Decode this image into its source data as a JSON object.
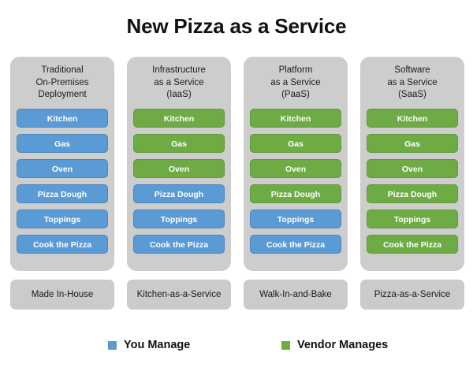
{
  "title": "New Pizza as a Service",
  "colors": {
    "you_manage": "#5b9bd5",
    "vendor_manages": "#6eab44",
    "column_background": "#cdcdcd",
    "footer_background": "#cbcbcb",
    "page_background": "#ffffff",
    "text": "#111111"
  },
  "items": [
    "Kitchen",
    "Gas",
    "Oven",
    "Pizza Dough",
    "Toppings",
    "Cook the Pizza"
  ],
  "columns": [
    {
      "header_lines": [
        "Traditional",
        "On-Premises",
        "Deployment"
      ],
      "footer": "Made In-House",
      "items": [
        {
          "label": "Kitchen",
          "owner": "you"
        },
        {
          "label": "Gas",
          "owner": "you"
        },
        {
          "label": "Oven",
          "owner": "you"
        },
        {
          "label": "Pizza Dough",
          "owner": "you"
        },
        {
          "label": "Toppings",
          "owner": "you"
        },
        {
          "label": "Cook the Pizza",
          "owner": "you"
        }
      ]
    },
    {
      "header_lines": [
        "Infrastructure",
        "as a Service",
        "(IaaS)"
      ],
      "footer": "Kitchen-as-a-Service",
      "items": [
        {
          "label": "Kitchen",
          "owner": "vendor"
        },
        {
          "label": "Gas",
          "owner": "vendor"
        },
        {
          "label": "Oven",
          "owner": "vendor"
        },
        {
          "label": "Pizza Dough",
          "owner": "you"
        },
        {
          "label": "Toppings",
          "owner": "you"
        },
        {
          "label": "Cook the Pizza",
          "owner": "you"
        }
      ]
    },
    {
      "header_lines": [
        "Platform",
        "as a Service",
        "(PaaS)"
      ],
      "footer": "Walk-In-and-Bake",
      "items": [
        {
          "label": "Kitchen",
          "owner": "vendor"
        },
        {
          "label": "Gas",
          "owner": "vendor"
        },
        {
          "label": "Oven",
          "owner": "vendor"
        },
        {
          "label": "Pizza Dough",
          "owner": "vendor"
        },
        {
          "label": "Toppings",
          "owner": "you"
        },
        {
          "label": "Cook the Pizza",
          "owner": "you"
        }
      ]
    },
    {
      "header_lines": [
        "Software",
        "as a Service",
        "(SaaS)"
      ],
      "footer": "Pizza-as-a-Service",
      "items": [
        {
          "label": "Kitchen",
          "owner": "vendor"
        },
        {
          "label": "Gas",
          "owner": "vendor"
        },
        {
          "label": "Oven",
          "owner": "vendor"
        },
        {
          "label": "Pizza Dough",
          "owner": "vendor"
        },
        {
          "label": "Toppings",
          "owner": "vendor"
        },
        {
          "label": "Cook the Pizza",
          "owner": "vendor"
        }
      ]
    }
  ],
  "legend": [
    {
      "label": "You Manage",
      "owner": "you"
    },
    {
      "label": "Vendor Manages",
      "owner": "vendor"
    }
  ]
}
